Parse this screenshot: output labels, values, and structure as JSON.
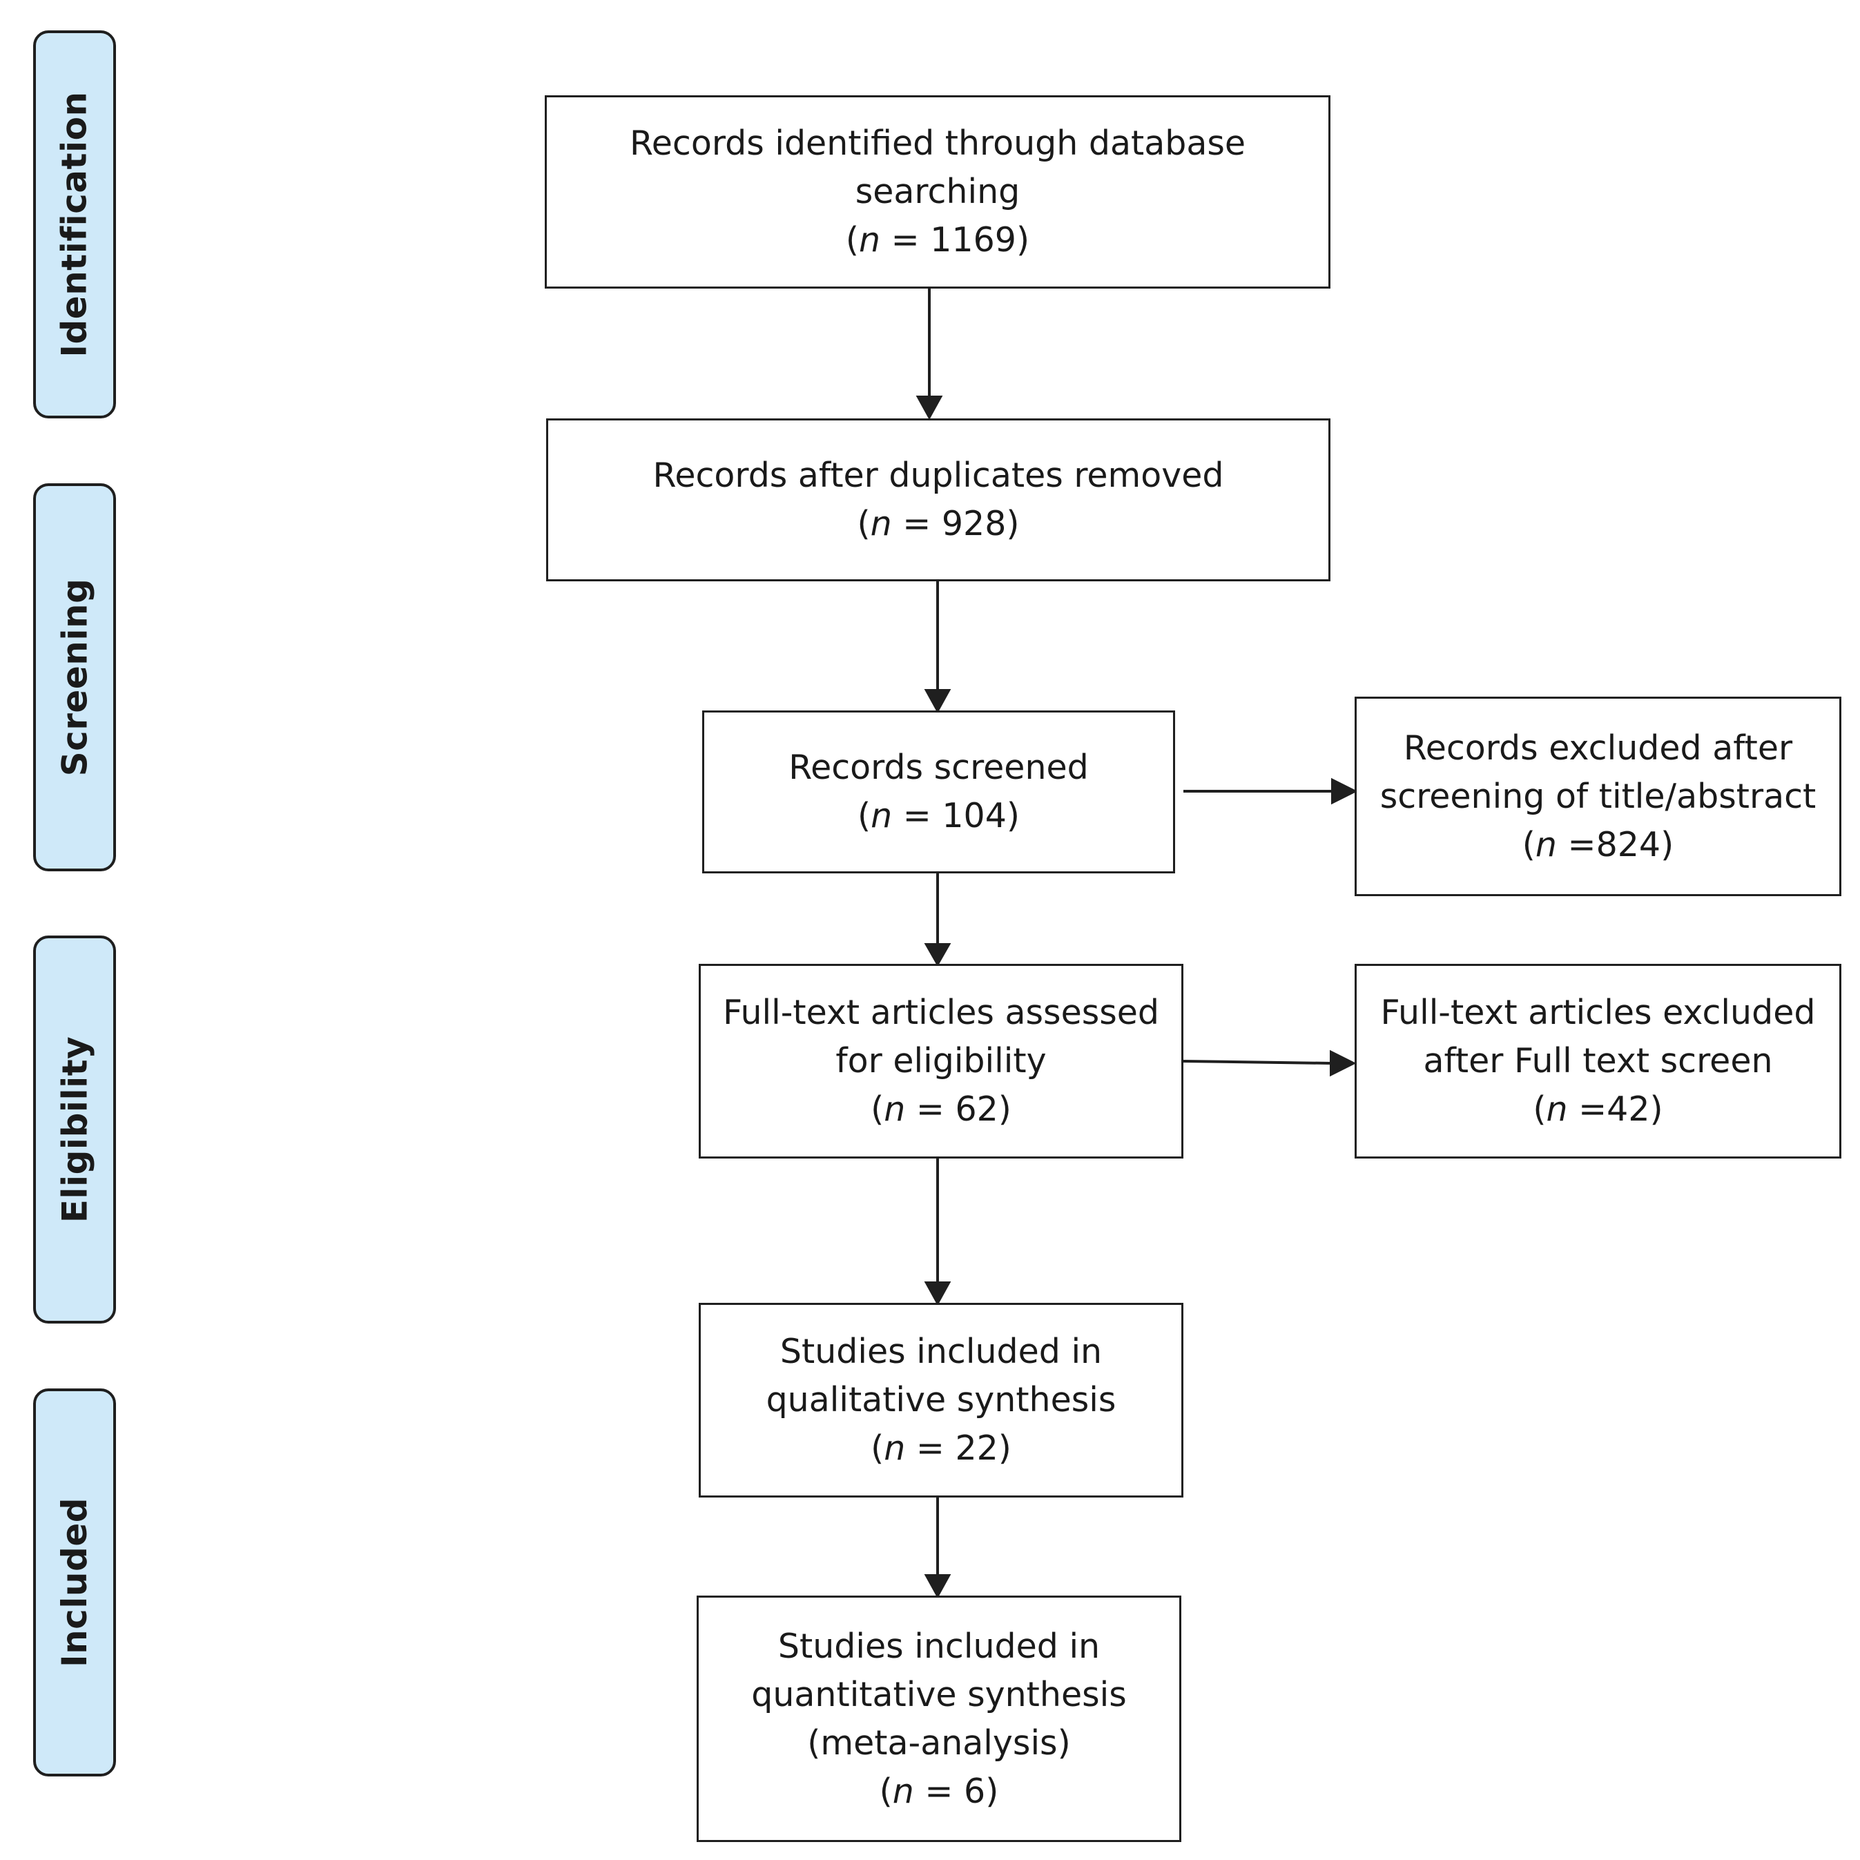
{
  "phases": {
    "identification": "Identification",
    "screening": "Screening",
    "eligibility": "Eligibility",
    "included": "Included"
  },
  "boxes": {
    "identified": {
      "lines": [
        "Records identified through database",
        "searching"
      ],
      "n_symbol": "n",
      "n_open": "(",
      "n_value": " =  1169)"
    },
    "deduplicated": {
      "lines": [
        "Records after duplicates removed"
      ],
      "n_symbol": "n",
      "n_open": "(",
      "n_value": " = 928)"
    },
    "screened": {
      "lines": [
        "Records screened"
      ],
      "n_symbol": "n",
      "n_open": "(",
      "n_value": " = 104)"
    },
    "excluded_screening": {
      "lines": [
        "Records excluded after",
        "screening of title/abstract"
      ],
      "n_symbol": "n",
      "n_open": "(",
      "n_value": " =824)"
    },
    "fulltext": {
      "lines": [
        "Full-text articles assessed",
        "for eligibility"
      ],
      "n_symbol": "n",
      "n_open": "(",
      "n_value": " = 62)"
    },
    "excluded_fulltext": {
      "lines": [
        "Full-text articles excluded",
        "after Full text screen"
      ],
      "n_symbol": "n",
      "n_open": "(",
      "n_value": " =42)"
    },
    "qualitative": {
      "lines": [
        "Studies included in",
        "qualitative synthesis"
      ],
      "n_symbol": "n",
      "n_open": "(",
      "n_value": " = 22)"
    },
    "quantitative": {
      "lines": [
        "Studies included in",
        "quantitative synthesis",
        "(meta-analysis)"
      ],
      "n_symbol": "n",
      "n_open": "(",
      "n_value": " = 6)"
    }
  },
  "colors": {
    "phase_fill": "#cfe9f9",
    "stroke": "#1f1f1f"
  }
}
